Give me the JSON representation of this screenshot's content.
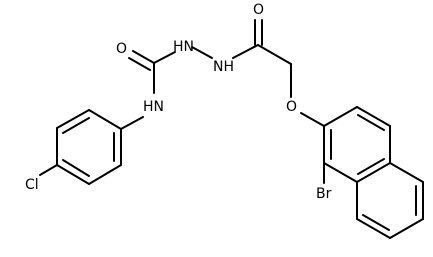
{
  "diagram": {
    "type": "chemical-structure",
    "atom_labels": {
      "carbonyl_o_urea": "O",
      "hydrazine_n1": "HN",
      "hydrazine_n2": "NH",
      "carbonyl_o_acetyl": "O",
      "amide_nh": "HN",
      "ether_o": "O",
      "chloro": "Cl",
      "bromo": "Br"
    }
  }
}
